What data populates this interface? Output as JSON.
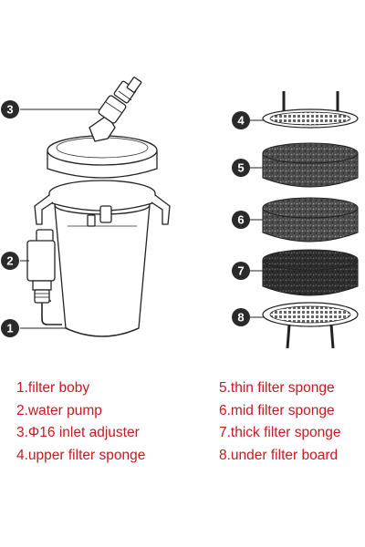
{
  "callouts": [
    {
      "number": "1",
      "part": "filter boby"
    },
    {
      "number": "2",
      "part": "water pump"
    },
    {
      "number": "3",
      "part": "Φ16 inlet adjuster"
    },
    {
      "number": "4",
      "part": "upper filter sponge"
    },
    {
      "number": "5",
      "part": "thin filter sponge"
    },
    {
      "number": "6",
      "part": "mid filter sponge"
    },
    {
      "number": "7",
      "part": "thick filter sponge"
    },
    {
      "number": "8",
      "part": "under filter board"
    }
  ],
  "legend": {
    "left": [
      "1.filter boby",
      "2.water pump",
      "3.Φ16 inlet adjuster",
      "4.upper filter sponge"
    ],
    "right": [
      "5.thin filter sponge",
      "6.mid filter sponge",
      "7.thick filter sponge",
      "8.under filter board"
    ]
  },
  "colors": {
    "legend_text": "#c8191f",
    "outline": "#222222",
    "badge": "#2a2a2a",
    "sponge": "#555555"
  }
}
